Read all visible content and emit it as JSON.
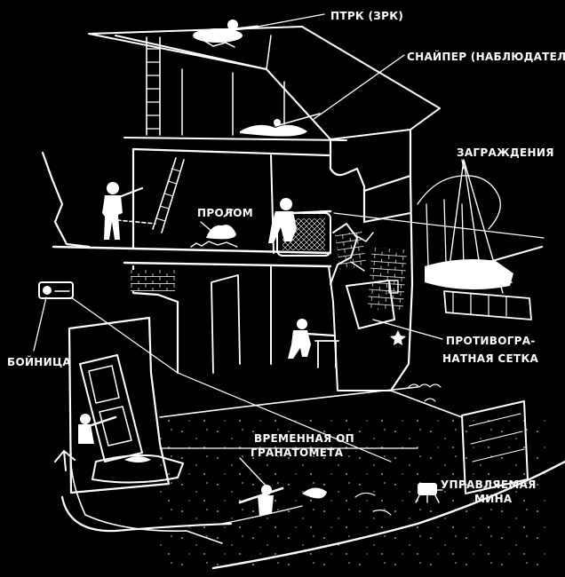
{
  "labels": {
    "ptrk": "ПТРК (ЗРК)",
    "sniper": "СНАЙПЕР (НАБЛЮДАТЕЛЬ)",
    "zagrazhdeniya": "ЗАГРАЖДЕНИЯ",
    "prolom": "ПРОЛОМ",
    "setka_line1": "ПРОТИВОГРА-",
    "setka_line2": "НАТНАЯ СЕТКА",
    "boynitsa": "БОЙНИЦА",
    "vremennaya_line1": "ВРЕМЕННАЯ ОП",
    "vremennaya_line2": "ГРАНАТОМЕТА",
    "mina_line1": "УПРАВЛЯЕМАЯ",
    "mina_line2": "МИНА"
  },
  "colors": {
    "background": "#000000",
    "ink": "#ffffff"
  },
  "icons": [
    "soldier-icon",
    "tank-icon",
    "mine-icon",
    "brick-rubble",
    "star-icon"
  ]
}
